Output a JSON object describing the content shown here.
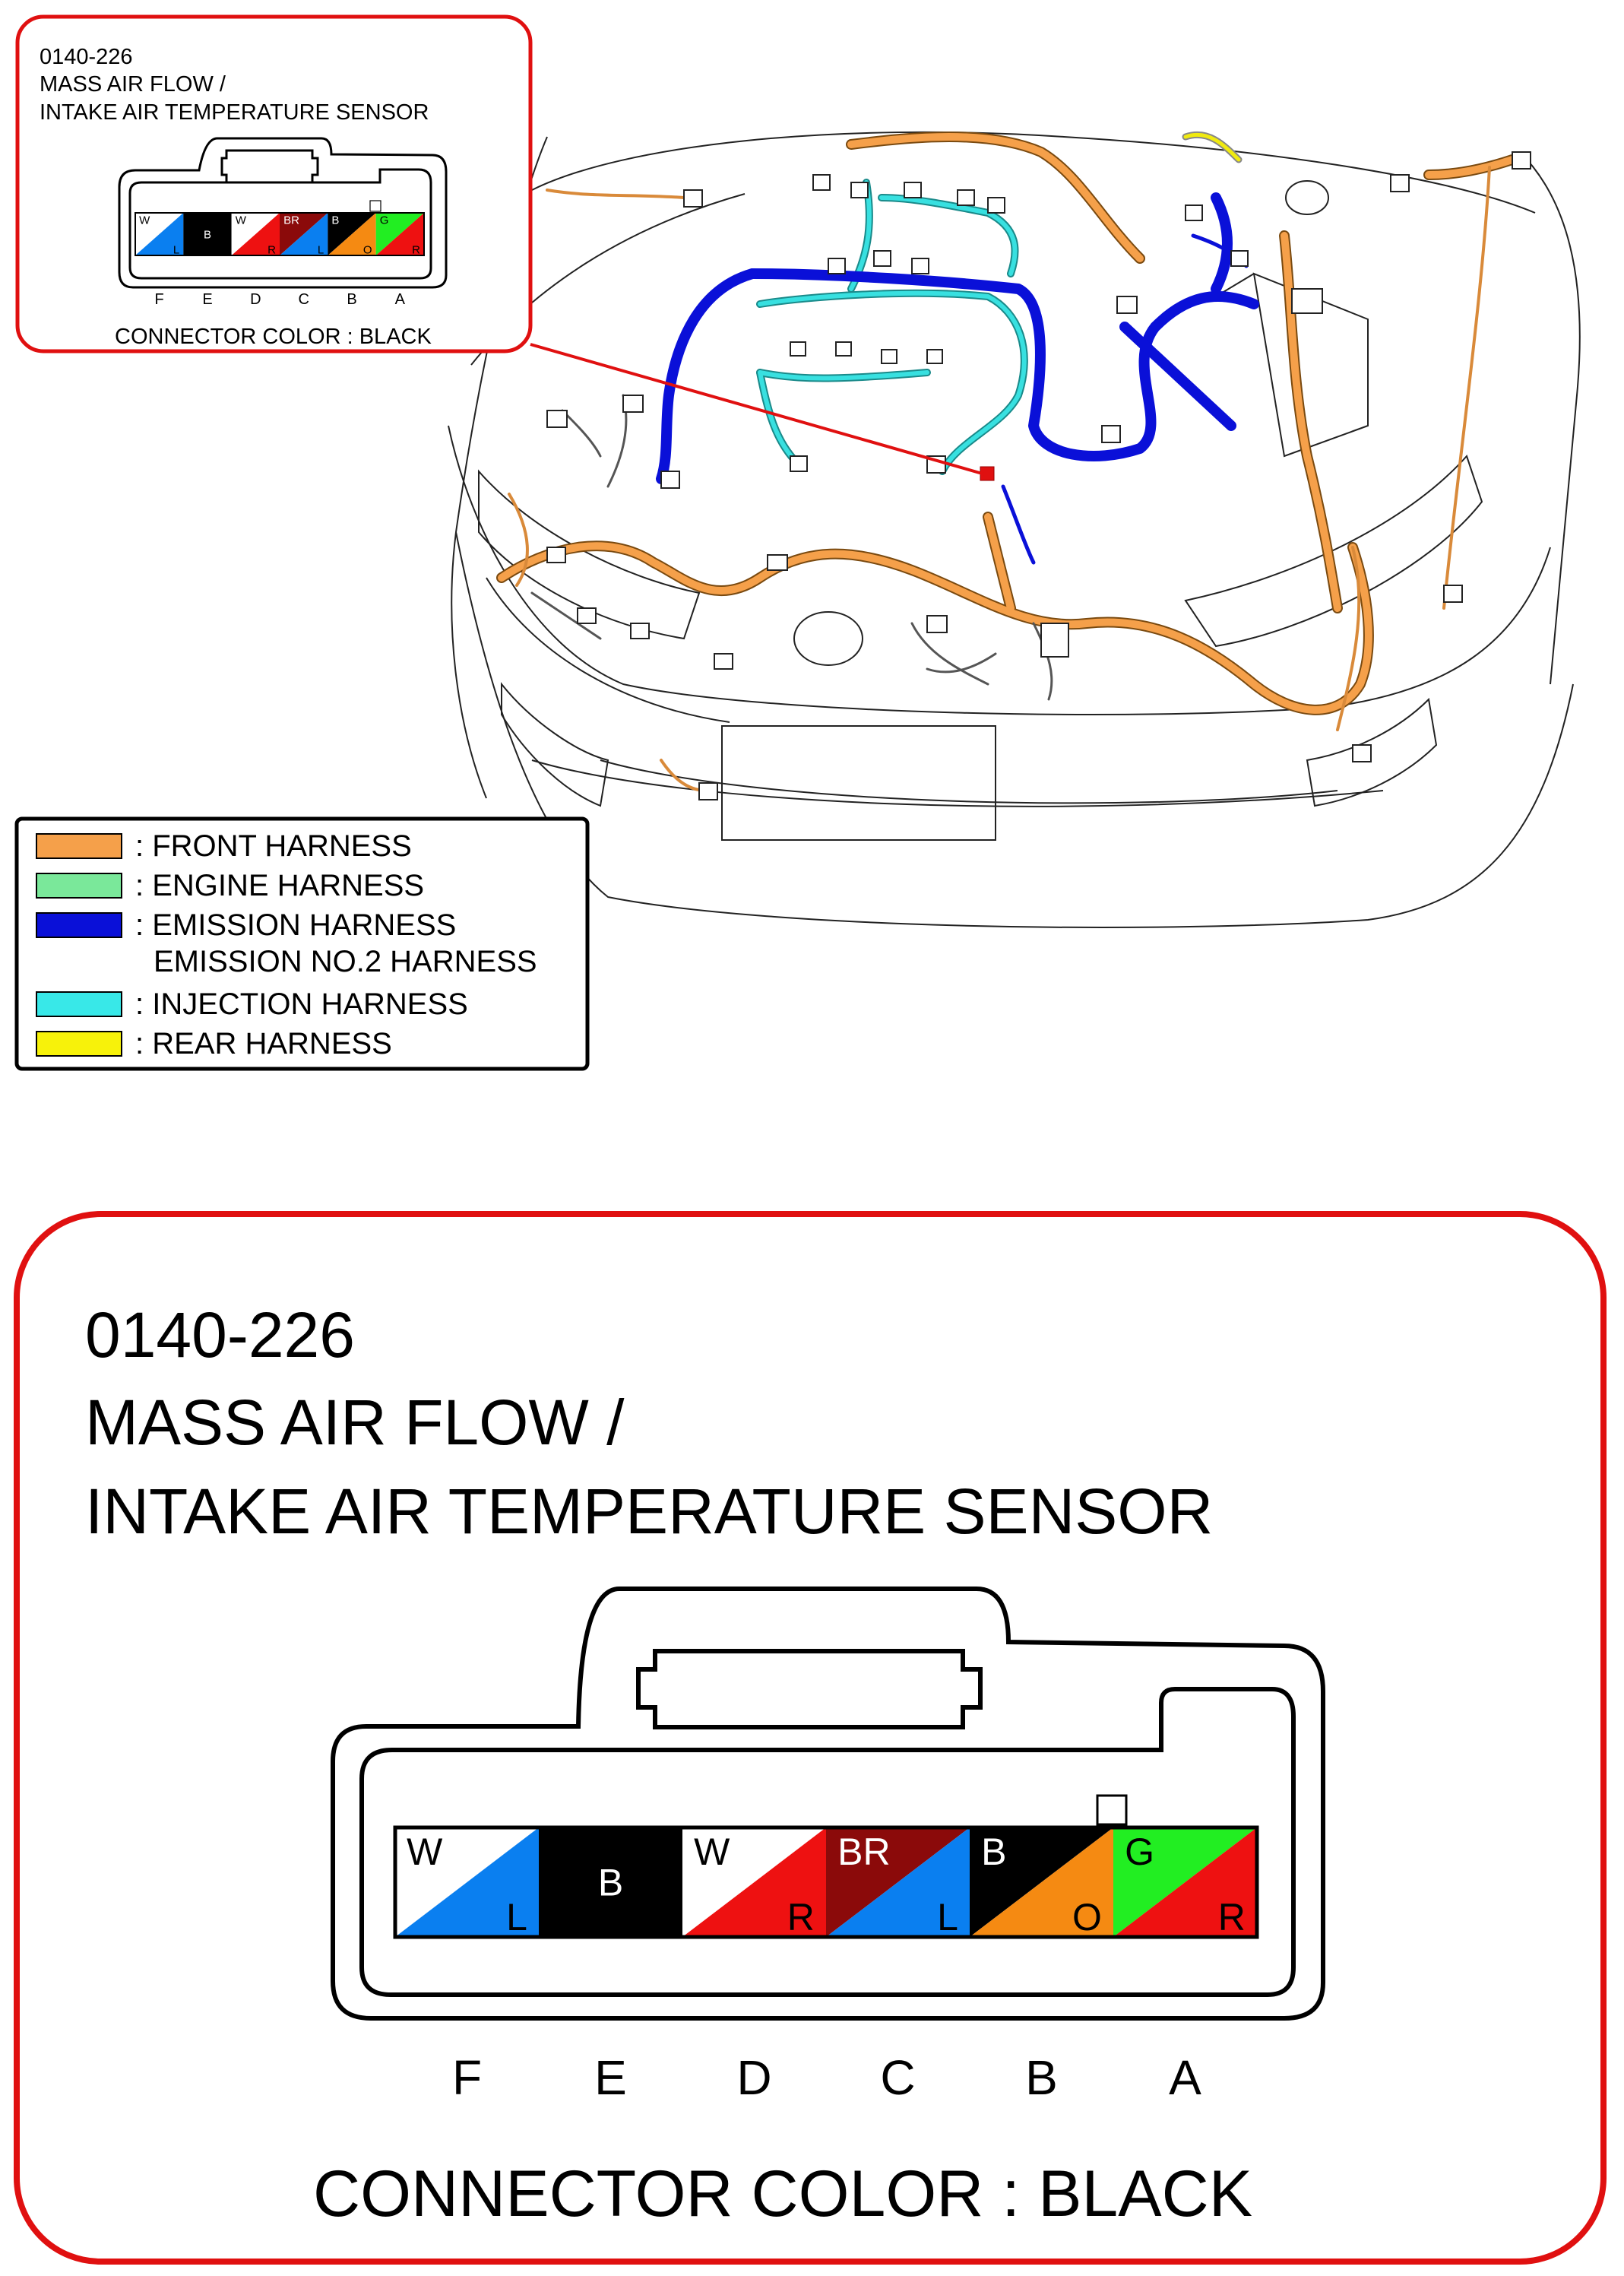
{
  "connector": {
    "code": "0140-226",
    "name_line1": "MASS AIR FLOW /",
    "name_line2": "INTAKE AIR TEMPERATURE SENSOR",
    "color_label": "CONNECTOR COLOR : BLACK",
    "pins": [
      {
        "id": "F",
        "upper": "W",
        "lower": "L",
        "upper_color": "#ffffff",
        "lower_color": "#0a7ff0",
        "upper_text_color": "#000000",
        "lower_text_color": "#000000"
      },
      {
        "id": "E",
        "single": "B",
        "color": "#000000",
        "text_color": "#ffffff"
      },
      {
        "id": "D",
        "upper": "W",
        "lower": "R",
        "upper_color": "#ffffff",
        "lower_color": "#ee1111",
        "upper_text_color": "#000000",
        "lower_text_color": "#000000"
      },
      {
        "id": "C",
        "upper": "BR",
        "lower": "L",
        "upper_color": "#8b0a0a",
        "lower_color": "#0a7ff0",
        "upper_text_color": "#ffffff",
        "lower_text_color": "#000000"
      },
      {
        "id": "B",
        "upper": "B",
        "lower": "O",
        "upper_color": "#000000",
        "lower_color": "#f58a12",
        "upper_text_color": "#ffffff",
        "lower_text_color": "#000000"
      },
      {
        "id": "A",
        "upper": "G",
        "lower": "R",
        "upper_color": "#22ee22",
        "lower_color": "#ee1111",
        "upper_text_color": "#000000",
        "lower_text_color": "#000000"
      }
    ]
  },
  "legend": {
    "items": [
      {
        "label": ": FRONT HARNESS",
        "color": "#f5a04a"
      },
      {
        "label": ": ENGINE HARNESS",
        "color": "#7ae89a"
      },
      {
        "label": ": EMISSION HARNESS",
        "label2": "EMISSION NO.2 HARNESS",
        "color": "#0a10d8"
      },
      {
        "label": ": INJECTION HARNESS",
        "color": "#38e8e8"
      },
      {
        "label": ": REAR HARNESS",
        "color": "#f7f20a"
      }
    ]
  },
  "colors": {
    "callout_border": "#e01010",
    "front_harness": "#f5a04a",
    "emission_harness": "#0a10d8",
    "injection_harness": "#38d8d8",
    "rear_harness": "#f0ea10"
  }
}
